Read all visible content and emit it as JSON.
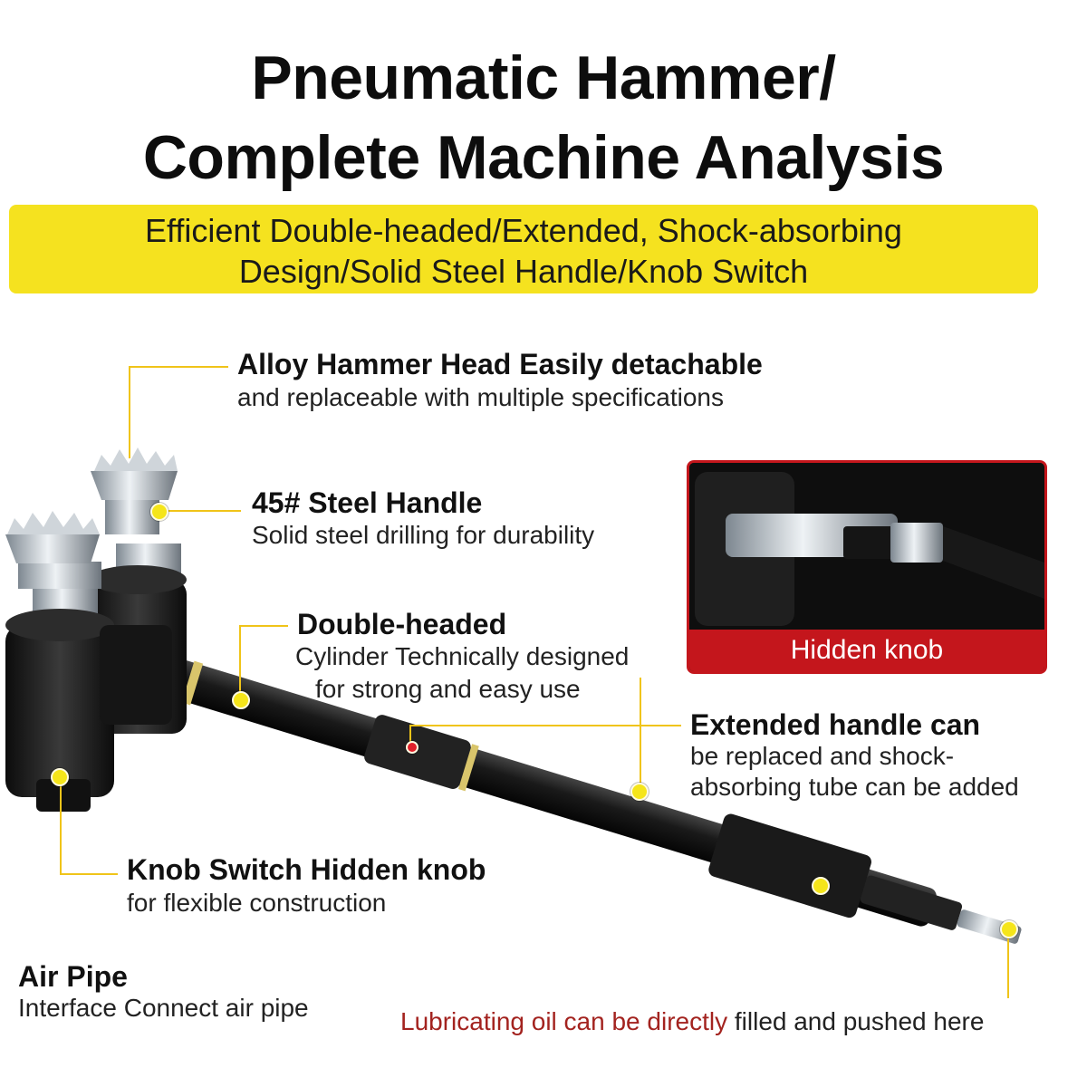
{
  "title": {
    "line1": "Pneumatic Hammer/",
    "line2": "Complete Machine Analysis"
  },
  "banner": {
    "line1": "Efficient Double-headed/Extended, Shock-absorbing",
    "line2": "Design/Solid Steel Handle/Knob Switch"
  },
  "callouts": {
    "hammer_head": {
      "title": "Alloy Hammer Head Easily detachable",
      "desc": "and replaceable with multiple specifications"
    },
    "steel_handle": {
      "title": "45# Steel Handle",
      "desc": "Solid steel drilling for durability"
    },
    "double_headed": {
      "title": "Double-headed",
      "desc1": "Cylinder Technically designed",
      "desc2": "for strong and easy use"
    },
    "extended_handle": {
      "title": "Extended handle can",
      "desc1": "be replaced and shock-",
      "desc2": "absorbing tube can be added"
    },
    "knob_switch": {
      "title": "Knob Switch Hidden knob",
      "desc": "for flexible construction"
    },
    "air_pipe": {
      "title": "Air Pipe",
      "desc": "Interface Connect air pipe"
    },
    "lubricating": {
      "red": "Lubricating oil can be directly",
      "black": " filled and pushed here"
    }
  },
  "inset": {
    "caption": "Hidden knob"
  },
  "colors": {
    "accent_yellow": "#f5e21f",
    "callout_line": "#f0c419",
    "inset_red": "#c4161c",
    "oil_text_red": "#a3231f"
  }
}
